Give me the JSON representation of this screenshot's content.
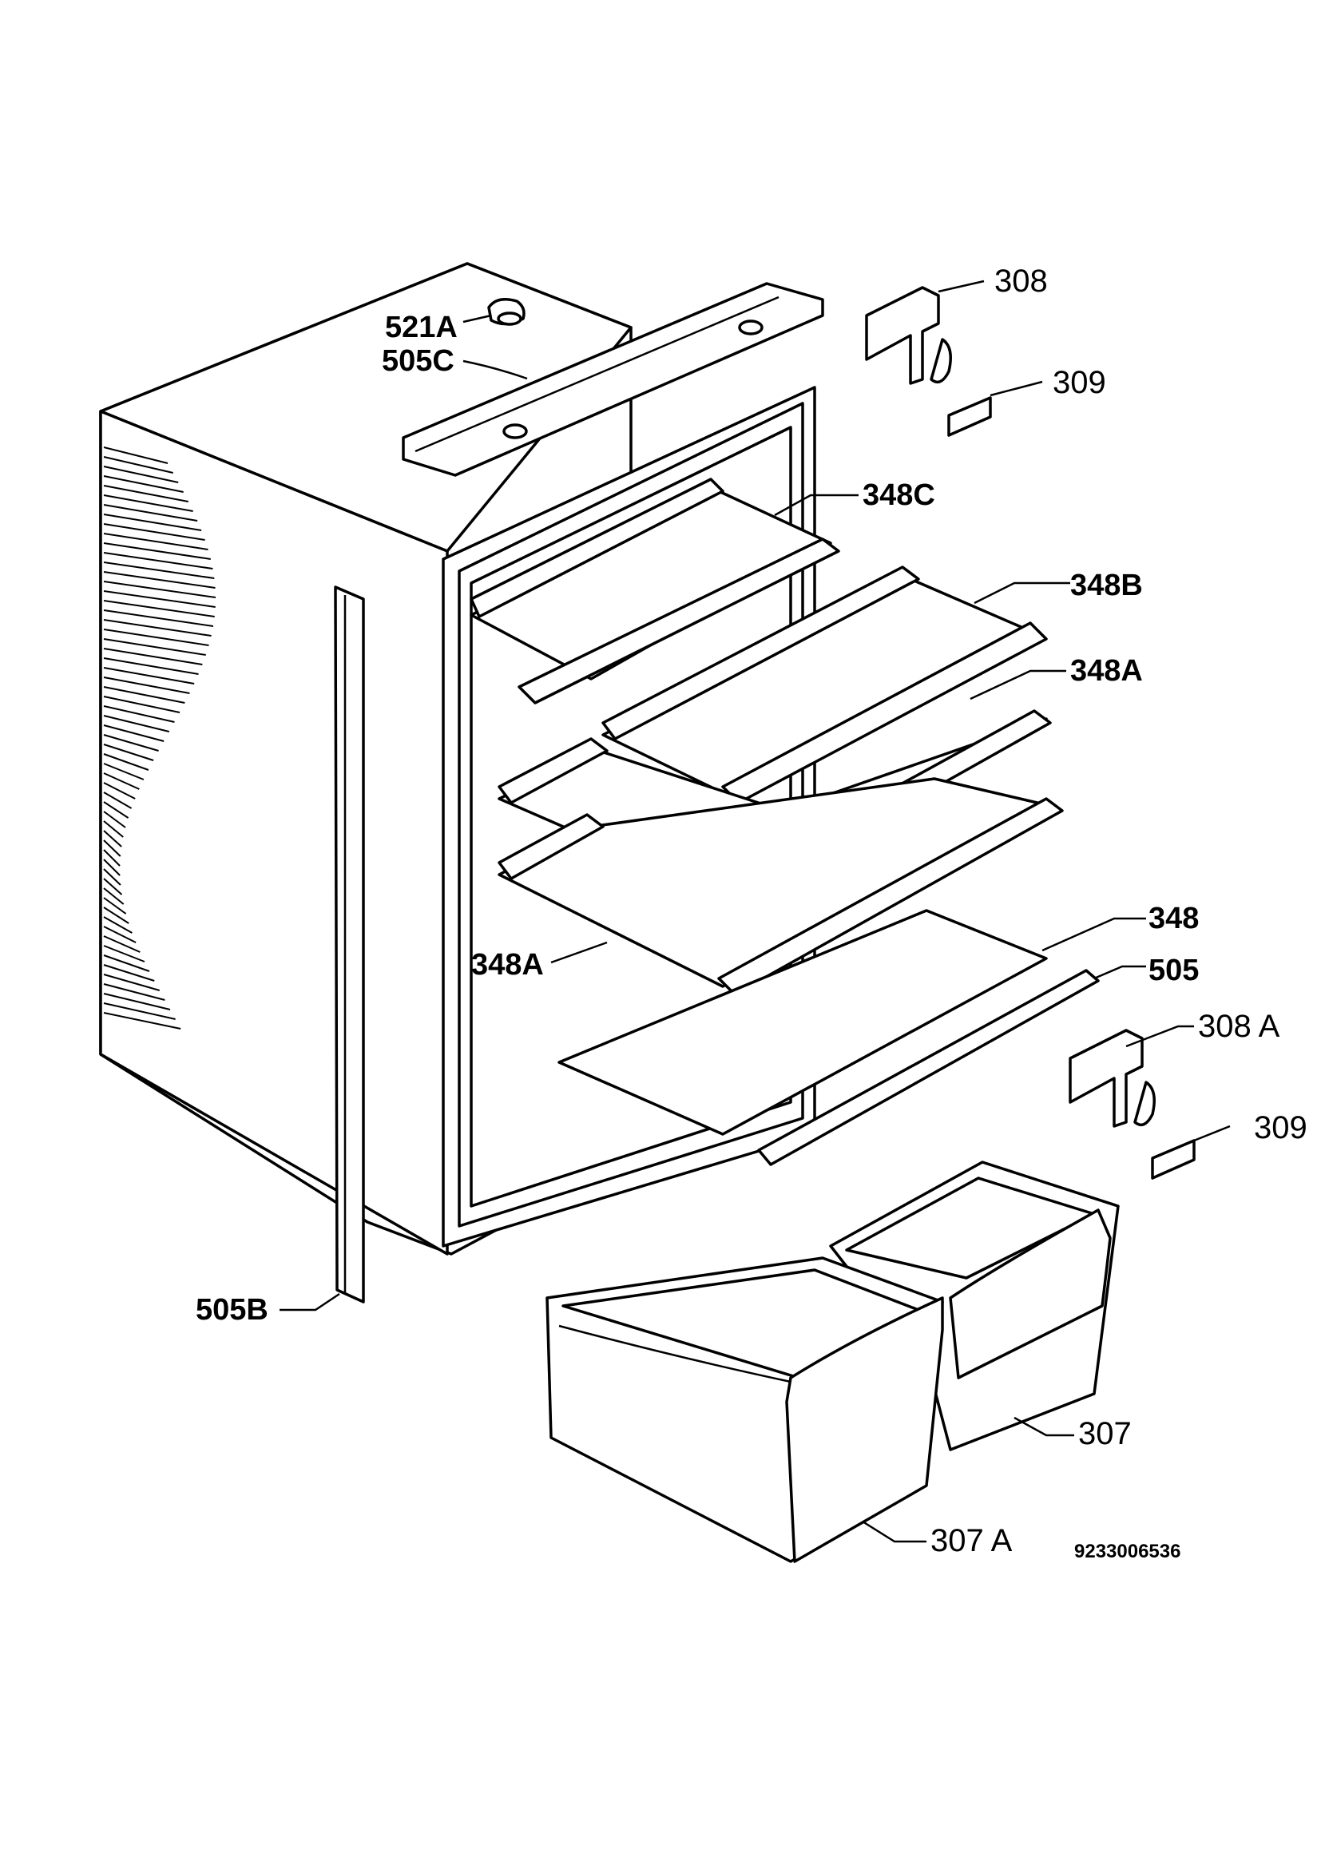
{
  "labels": {
    "p521a": "521A",
    "p505c": "505C",
    "p308": "308",
    "p309_top": "309",
    "p348c": "348C",
    "p348b": "348B",
    "p348a_right": "348A",
    "p348": "348",
    "p505": "505",
    "p348a_left": "348A",
    "p308a": "308 A",
    "p309_bottom": "309",
    "p505b": "505B",
    "p307": "307",
    "p307a": "307 A"
  },
  "drawing_number": "9233006536"
}
